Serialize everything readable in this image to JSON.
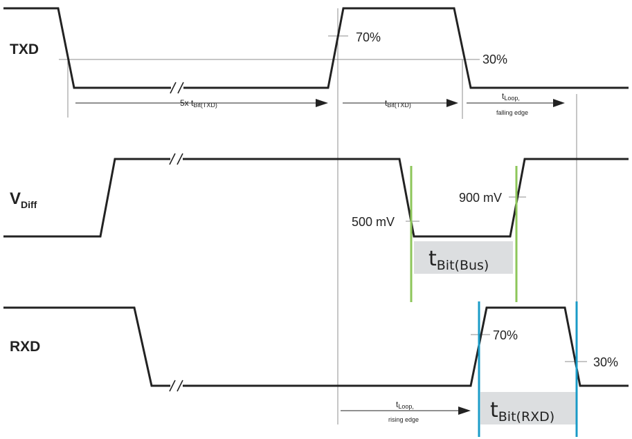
{
  "signals": {
    "txd": "TXD",
    "vdiff_main": "V",
    "vdiff_sub": "Diff",
    "rxd": "RXD"
  },
  "thresholds": {
    "txd_rise": "70%",
    "txd_fall": "30%",
    "bus_fall": "500 mV",
    "bus_rise": "900 mV",
    "rxd_rise": "70%",
    "rxd_fall": "30%"
  },
  "timings": {
    "five_x_prefix": "5x t",
    "five_x_sub": "Bit(TXD)",
    "tbit_txd_main": "t",
    "tbit_txd_sub": "Bit(TXD)",
    "tloop_fall_main": "t",
    "tloop_fall_sub": "Loop,",
    "tloop_fall_line2": "falling edge",
    "tloop_rise_main": "t",
    "tloop_rise_sub": "Loop,",
    "tloop_rise_line2": "rising edge",
    "tbit_bus_main": "t",
    "tbit_bus_sub": "Bit(Bus)",
    "tbit_rxd_main": "t",
    "tbit_rxd_sub": "Bit(RXD)"
  },
  "colors": {
    "bus_marker": "#8dc65a",
    "rxd_marker": "#1a9bc7",
    "highlight_box": "#dcdee0"
  }
}
